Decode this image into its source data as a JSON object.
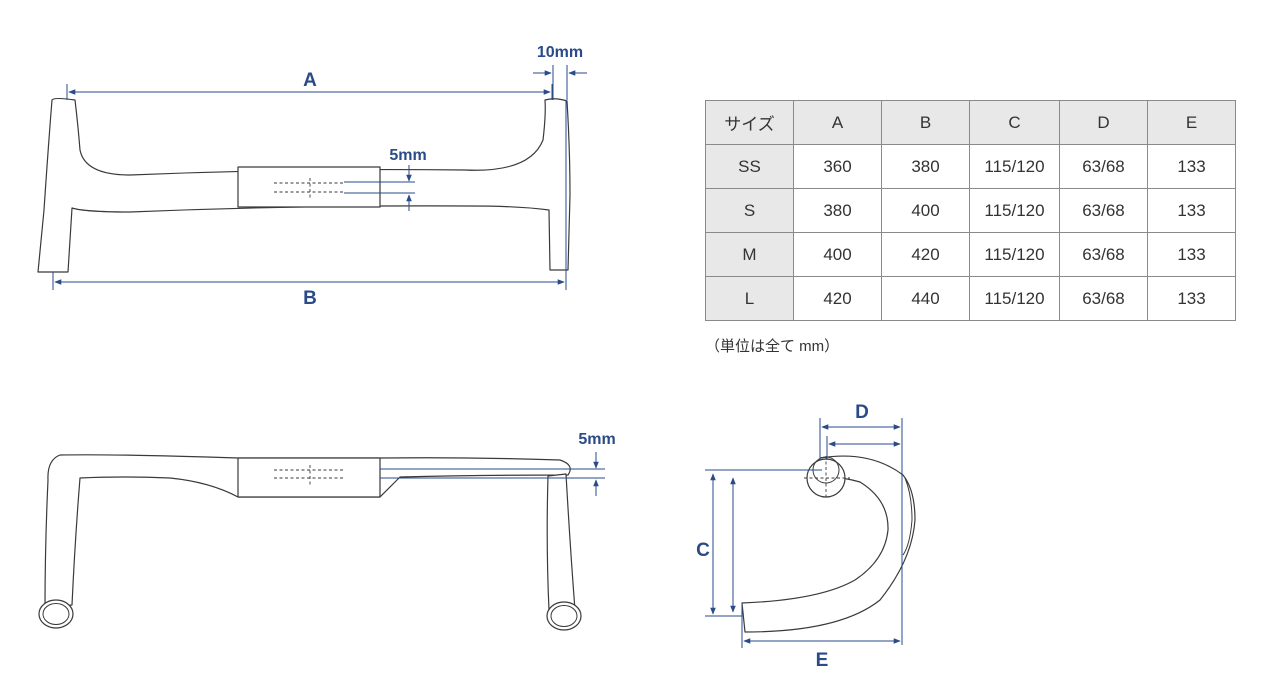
{
  "labels": {
    "a": "A",
    "b": "B",
    "c": "C",
    "d": "D",
    "e": "E",
    "flare": "10mm",
    "rise_top": "5mm",
    "rise_front": "5mm"
  },
  "table": {
    "headers": [
      "サイズ",
      "A",
      "B",
      "C",
      "D",
      "E"
    ],
    "rows": [
      [
        "SS",
        "360",
        "380",
        "115/120",
        "63/68",
        "133"
      ],
      [
        "S",
        "380",
        "400",
        "115/120",
        "63/68",
        "133"
      ],
      [
        "M",
        "400",
        "420",
        "115/120",
        "63/68",
        "133"
      ],
      [
        "L",
        "420",
        "440",
        "115/120",
        "63/68",
        "133"
      ]
    ]
  },
  "note": "（単位は全て mm）",
  "colors": {
    "dimension": "#2a4a88",
    "outline": "#3a3a3a",
    "header_bg": "#e8e8e8"
  }
}
